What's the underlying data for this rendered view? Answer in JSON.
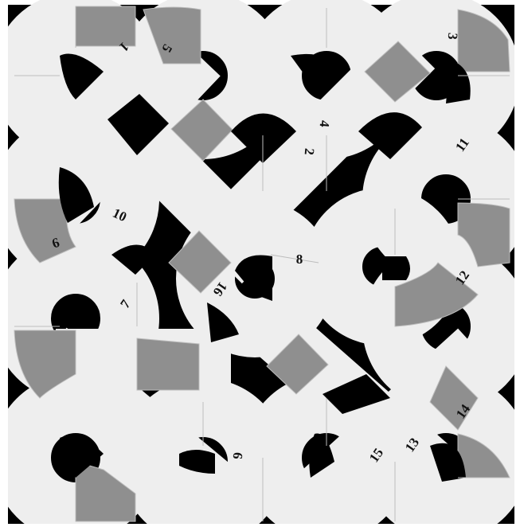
{
  "colors": {
    "background": "#000000",
    "light_tile": "#eeeeee",
    "dark_tile": "#8f8f8f",
    "seam": "#bdbdbd",
    "page": "#ffffff"
  },
  "labels": {
    "l1": "1",
    "l2": "2",
    "l3": "3",
    "l4": "4",
    "l5": "5",
    "l6": "6",
    "l7": "7",
    "l8": "8",
    "l9": "9",
    "l10": "10",
    "l11": "11",
    "l12": "12",
    "l13": "13",
    "l14": "14",
    "l15": "15",
    "l16": "16"
  }
}
